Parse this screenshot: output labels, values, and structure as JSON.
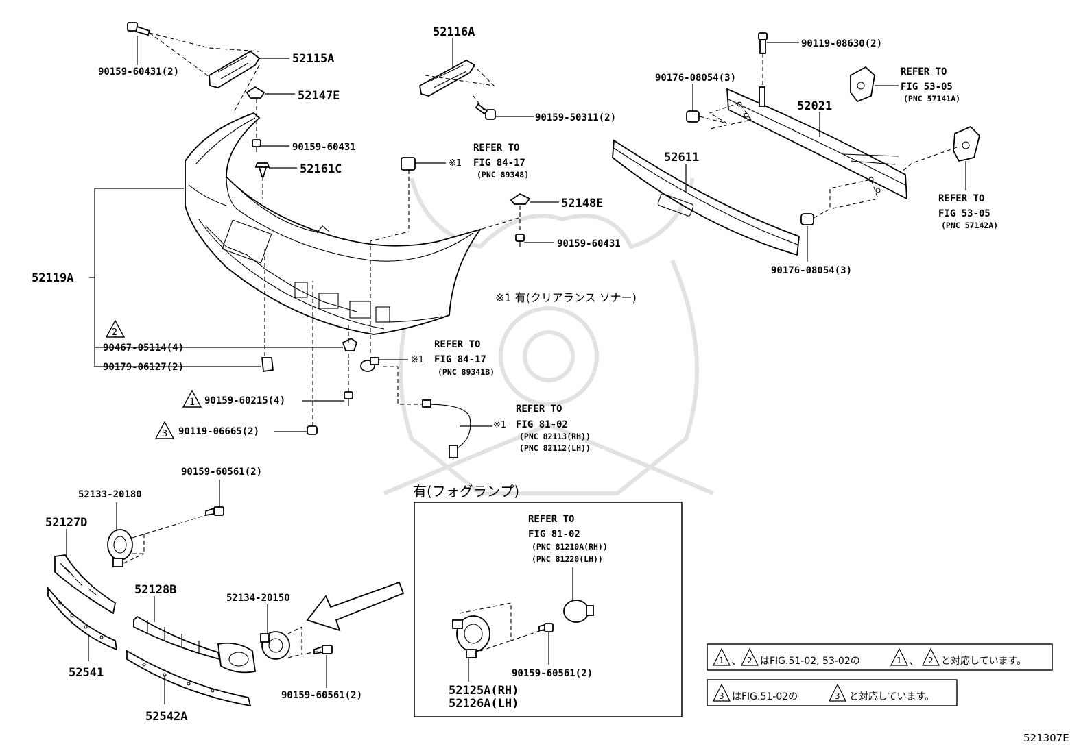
{
  "labels": {
    "p52115A": "52115A",
    "p90159_60431_2": "90159-60431(2)",
    "p52147E": "52147E",
    "p90159_60431_a": "90159-60431",
    "p52161C": "52161C",
    "p52116A": "52116A",
    "p90159_50311_2": "90159-50311(2)",
    "p90119_08630_2": "90119-08630(2)",
    "p90176_08054_3a": "90176-08054(3)",
    "p52021": "52021",
    "p52611": "52611",
    "p90176_08054_3b": "90176-08054(3)",
    "p52148E": "52148E",
    "p90159_60431_b": "90159-60431",
    "p52119A": "52119A",
    "p90467_05114_4": "90467-05114(4)",
    "p90179_06127_2": "90179-06127(2)",
    "p90159_60215_4": "90159-60215(4)",
    "p90119_06665_2": "90119-06665(2)",
    "p90159_60561_2a": "90159-60561(2)",
    "p52133_20180": "52133-20180",
    "p52127D": "52127D",
    "p52128B": "52128B",
    "p52134_20150": "52134-20150",
    "p52541": "52541",
    "p52542A": "52542A",
    "p90159_60561_2b": "90159-60561(2)",
    "p90159_60561_2c": "90159-60561(2)",
    "p52125A": "52125A(RH)",
    "p52126A": "52126A(LH)"
  },
  "refs": {
    "r1_l1": "REFER TO",
    "r1_l2": "FIG 84-17",
    "r1_l3": "(PNC 89348)",
    "r2_l1": "REFER TO",
    "r2_l2": "FIG 84-17",
    "r2_l3": "(PNC 89341B)",
    "r3_l1": "REFER TO",
    "r3_l2": "FIG 81-02",
    "r3_l3": "(PNC 82113(RH))",
    "r3_l4": "(PNC 82112(LH))",
    "r4_l1": "REFER TO",
    "r4_l2": "FIG 53-05",
    "r4_l3": "(PNC 57141A)",
    "r5_l1": "REFER TO",
    "r5_l2": "FIG 53-05",
    "r5_l3": "(PNC 57142A)",
    "r6_l1": "REFER TO",
    "r6_l2": "FIG 81-02",
    "r6_l3": "(PNC 81210A(RH))",
    "r6_l4": "(PNC 81220(LH))"
  },
  "marks": {
    "star1": "※1",
    "tri1": "1",
    "tri2": "2",
    "tri3": "3"
  },
  "notes": {
    "sonar": "※1 有(クリアランス ソナー)",
    "foglamp": "有(フォグランプ)",
    "note1_sep": "、",
    "note1_text": "はFIG.51-02, 53-02の",
    "note1_tail": "と対応しています。",
    "note2_text": "はFIG.51-02の",
    "note2_tail": "と対応しています。"
  },
  "figure_id": "521307E"
}
